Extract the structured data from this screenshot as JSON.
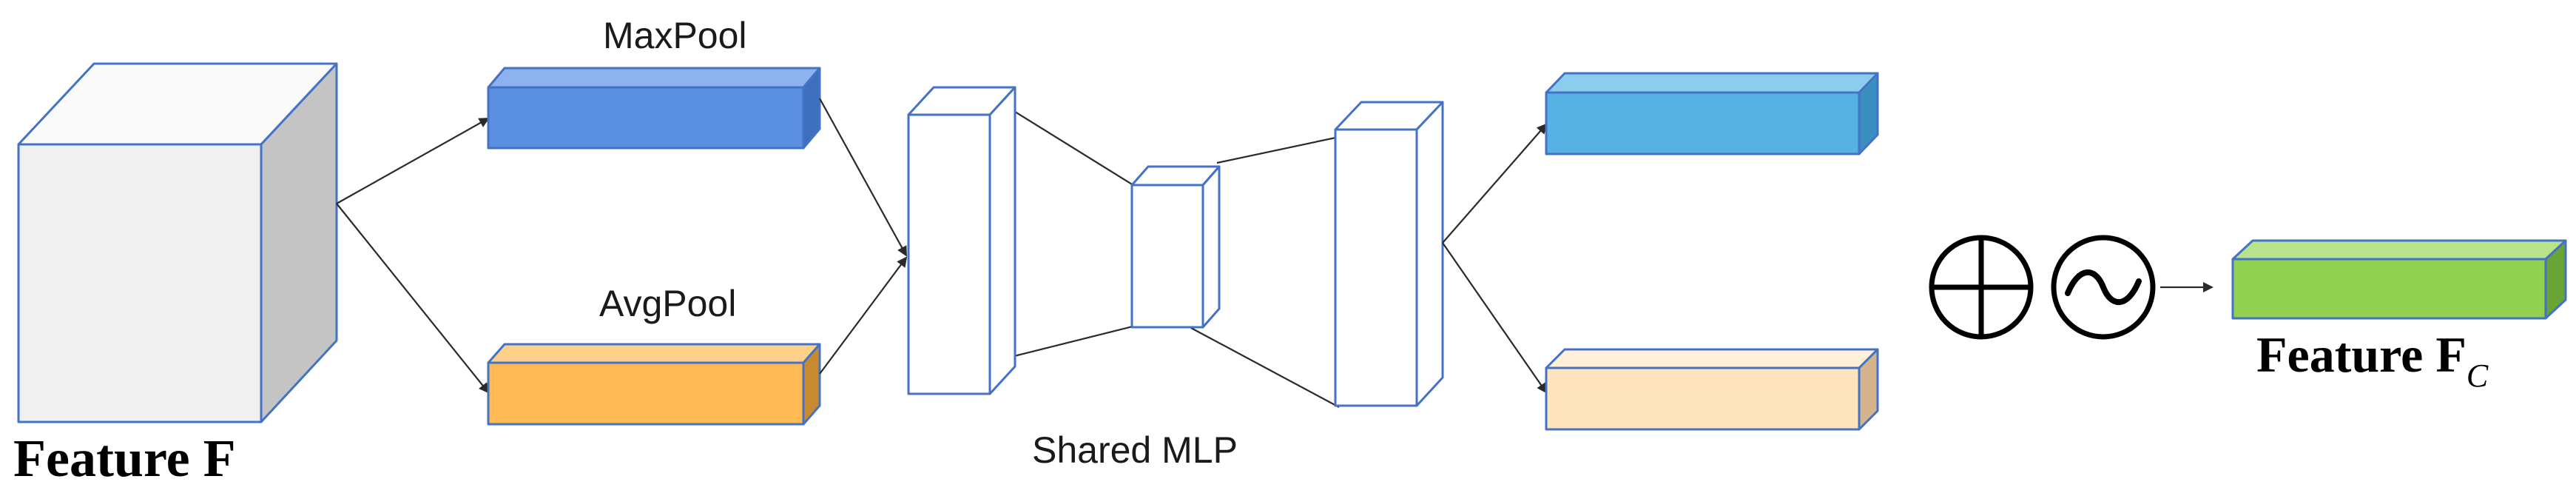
{
  "labels": {
    "maxpool": "MaxPool",
    "avgpool": "AvgPool",
    "shared_mlp": "Shared MLP",
    "feature_in": "Feature F",
    "feature_out_main": "Feature F",
    "feature_out_sub": "C"
  },
  "operators": {
    "add_symbol": "⊕",
    "activation_symbol": "~"
  },
  "colors": {
    "feature_cube_front": "#f0f0f0",
    "feature_cube_side": "#c4c4c4",
    "maxpool_bar": "#5b8fe0",
    "avgpool_bar": "#ffb955",
    "mlp_out_top": "#56b2e3",
    "mlp_out_bottom": "#ffe4c0",
    "result_bar": "#92d050",
    "outline": "#4472c4"
  }
}
